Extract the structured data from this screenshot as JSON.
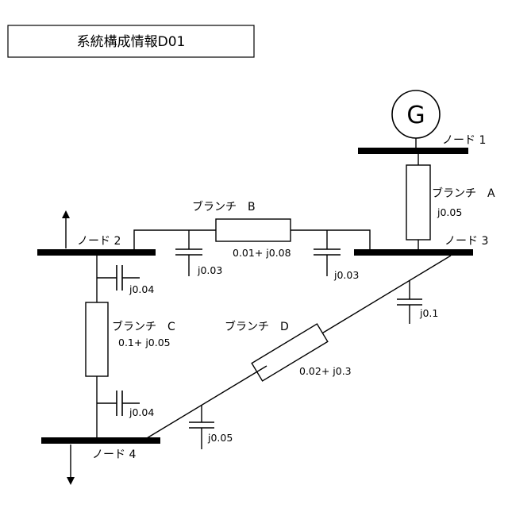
{
  "title": "系統構成情報D01",
  "generator": {
    "symbol": "G"
  },
  "nodes": {
    "n1": "ノード 1",
    "n2": "ノード 2",
    "n3": "ノード 3",
    "n4": "ノード 4"
  },
  "branches": {
    "a": {
      "name": "ブランチ　A",
      "impedance": "j0.05"
    },
    "b": {
      "name": "ブランチ　B",
      "impedance": "0.01+ j0.08",
      "shunt_left": "j0.03",
      "shunt_right": "j0.03"
    },
    "c": {
      "name": "ブランチ　C",
      "impedance": "0.1+ j0.05",
      "shunt_top": "j0.04",
      "shunt_bottom": "j0.04"
    },
    "d": {
      "name": "ブランチ　D",
      "impedance": "0.02+ j0.3",
      "shunt_top": "j0.1",
      "shunt_bottom": "j0.05"
    }
  }
}
